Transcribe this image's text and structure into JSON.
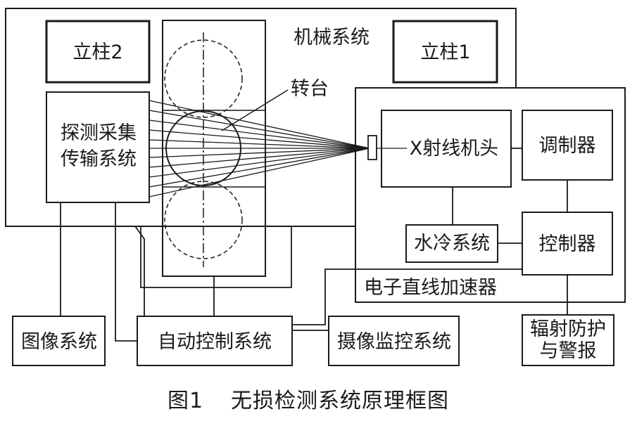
{
  "labels": {
    "pillar2": "立柱2",
    "pillar1": "立柱1",
    "mechanical_system": "机械系统",
    "turntable": "转台",
    "detector_line1": "探测采集",
    "detector_line2": "传输系统",
    "xray_head": "X射线机头",
    "modulator": "调制器",
    "water_cooling": "水冷系统",
    "controller": "控制器",
    "linac": "电子直线加速器",
    "image_system": "图像系统",
    "auto_control": "自动控制系统",
    "camera_monitor": "摄像监控系统",
    "radiation_line1": "辐射防护",
    "radiation_line2": "与警报"
  },
  "caption": {
    "figure_number": "图1",
    "title": "无损检测系统原理框图"
  }
}
